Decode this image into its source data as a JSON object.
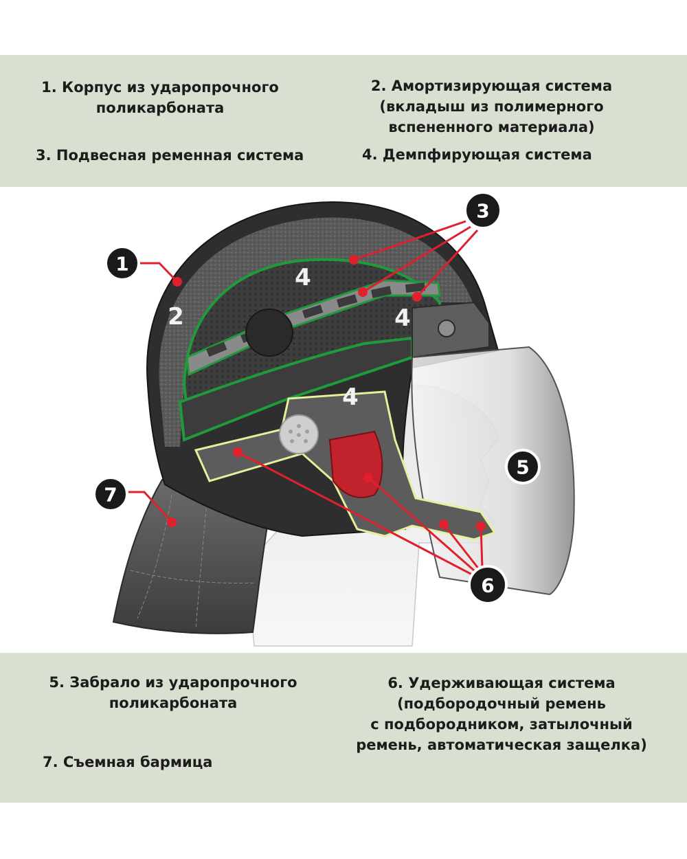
{
  "captions": {
    "c1": [
      "1. Корпус из ударопрочного",
      "поликарбоната"
    ],
    "c2": [
      "2. Амортизирующая система",
      "(вкладыш из полимерного",
      "вспененного материала)"
    ],
    "c3": [
      "3. Подвесная ременная система"
    ],
    "c4": [
      "4. Демпфирующая система"
    ],
    "c5": [
      "5. Забрало из ударопрочного",
      "поликарбоната"
    ],
    "c6": [
      "6. Удерживающая система",
      "(подбородочный ремень",
      "с подбородником, затылочный",
      "ремень, автоматическая защелка)"
    ],
    "c7": [
      "7. Съемная бармица"
    ]
  },
  "markers": {
    "m1": "1",
    "m2": "2",
    "m3": "3",
    "m4a": "4",
    "m4b": "4",
    "m4c": "4",
    "m5": "5",
    "m6": "6",
    "m7": "7"
  },
  "colors": {
    "band": "#d9e0d2",
    "leader": "#e0202c",
    "outline_green": "#1f9a3c",
    "outline_yellow": "#e6ef9a",
    "marker_fill": "#1a1a1a",
    "marker_ring": "#ffffff"
  }
}
